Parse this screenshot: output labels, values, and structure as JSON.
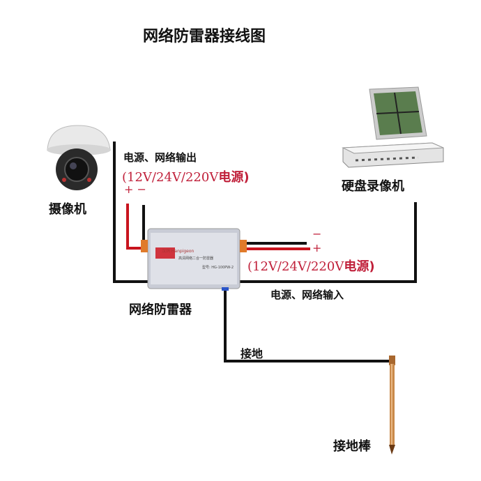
{
  "title": "网络防雷器接线图",
  "camera_label": "摄像机",
  "dvr_label": "硬盘录像机",
  "output_label": "电源、网络输出",
  "output_power": {
    "voltages": "(12V/24V/220V",
    "suffix": "电源)",
    "polarity": "+  −"
  },
  "input_power": {
    "voltages": "(12V/24V/220V",
    "suffix": "电源)",
    "minus": "−",
    "plus": "+"
  },
  "input_label": "电源、网络输入",
  "device_label": "网络防雷器",
  "ground_label": "接地",
  "ground_rod_label": "接地棒",
  "device": {
    "brand": "汉鸽 Hanpigeon",
    "desc": "高清网络二合一防雷器",
    "model": "型号: HG-100PW-2"
  },
  "colors": {
    "wire_black": "#111111",
    "wire_red": "#c8141e",
    "text_red": "#c0203a",
    "copper": "#c98a4b"
  }
}
